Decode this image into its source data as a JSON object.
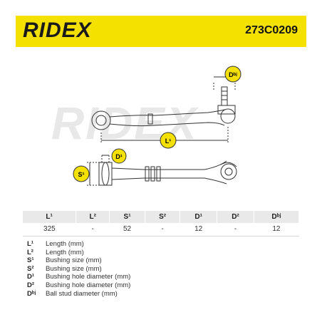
{
  "header": {
    "brand": "RIDEX",
    "article_code": "273C0209"
  },
  "drawing": {
    "watermark": "RIDEX",
    "labels": {
      "dbj": "Dᵇʲ",
      "l1": "L¹",
      "d1": "D¹",
      "s1": "S¹"
    }
  },
  "specs": {
    "headers": [
      "L¹",
      "L²",
      "S¹",
      "S²",
      "D¹",
      "D²",
      "Dᵇʲ"
    ],
    "values": [
      "325",
      "-",
      "52",
      "-",
      "12",
      "-",
      "12"
    ]
  },
  "legend": [
    {
      "key": "L¹",
      "desc": "Length (mm)"
    },
    {
      "key": "L²",
      "desc": "Length (mm)"
    },
    {
      "key": "S¹",
      "desc": "Bushing size (mm)"
    },
    {
      "key": "S²",
      "desc": "Bushing size (mm)"
    },
    {
      "key": "D¹",
      "desc": "Bushing hole diameter (mm)"
    },
    {
      "key": "D²",
      "desc": "Bushing hole diameter (mm)"
    },
    {
      "key": "Dᵇʲ",
      "desc": "Ball stud diameter (mm)"
    }
  ],
  "colors": {
    "accent_yellow": "#f5e100",
    "line": "#333333"
  }
}
